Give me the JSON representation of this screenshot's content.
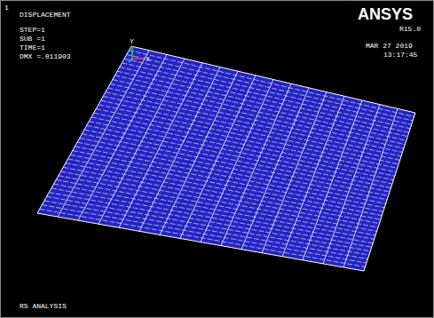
{
  "diagram": {
    "labels": [
      "1",
      "DISPLACEMENT",
      "STEP=1",
      "SUB =1",
      "TIME=1",
      "DMX =.011903",
      "ANSYS",
      "R15.0",
      "MAR 27 2019",
      "13:17:45",
      "Y",
      "X",
      "RS ANALYSIS"
    ]
  }
}
